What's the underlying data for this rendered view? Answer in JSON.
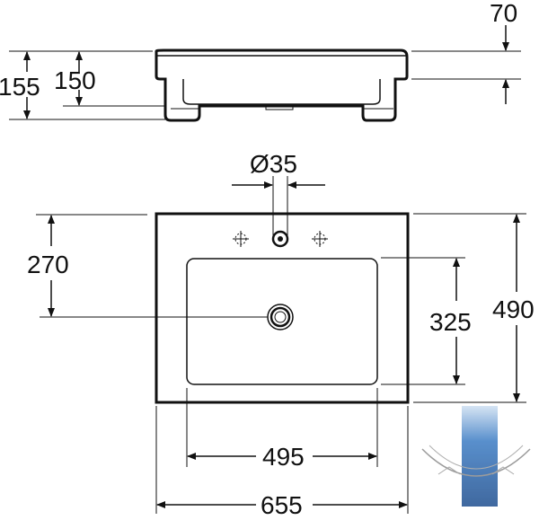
{
  "dimensions": {
    "side_top": "70",
    "side_height_outer": "155",
    "side_height_inner": "150",
    "top_hole_dia": "Ø35",
    "top_drain_from_back": "270",
    "basin_depth": "325",
    "overall_depth": "490",
    "basin_width": "495",
    "overall_width": "655"
  },
  "icons": {
    "logo": "brand-watermark-icon",
    "tap_hole": "tap-hole-icon",
    "drain": "drain-icon",
    "hole_mark": "crosshair-icon"
  },
  "colors": {
    "stroke": "#111111",
    "logo_blue": "#2f6db0"
  }
}
